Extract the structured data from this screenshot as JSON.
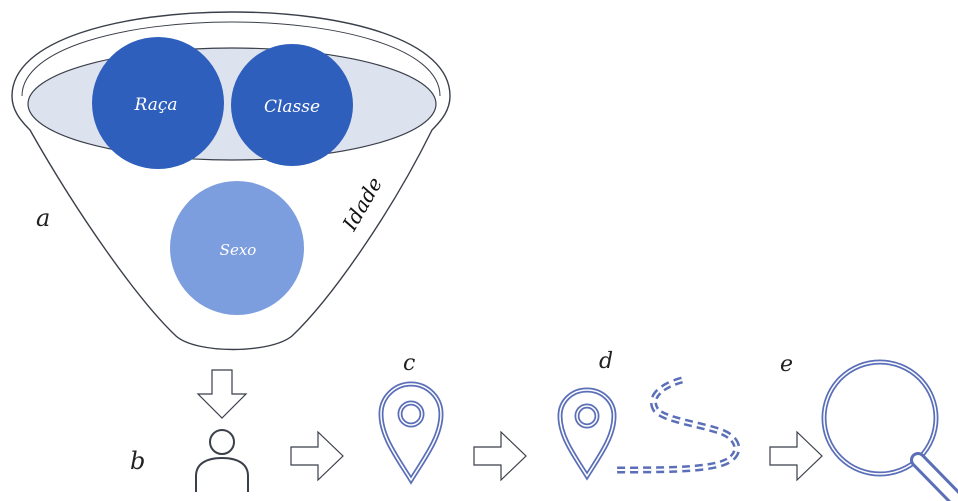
{
  "funnel": {
    "circles": [
      {
        "id": "raca",
        "label": "Raça"
      },
      {
        "id": "classe",
        "label": "Classe"
      },
      {
        "id": "sexo",
        "label": "Sexo"
      }
    ],
    "side_label": "Idade",
    "colors": {
      "dark_circle": "#2f5fbd",
      "light_circle": "#7d9ede",
      "ellipse_fill": "#dde2ef",
      "outline": "#3a3f4a"
    }
  },
  "step_labels": {
    "a": "a",
    "b": "b",
    "c": "c",
    "d": "d",
    "e": "e"
  },
  "icons": {
    "down_arrow": "down-arrow-icon",
    "person": "person-icon",
    "right_arrow": "right-arrow-icon",
    "pin": "location-pin-icon",
    "path": "dashed-path-icon",
    "magnifier": "magnifying-glass-icon",
    "icon_color": "#5b6fb8"
  }
}
